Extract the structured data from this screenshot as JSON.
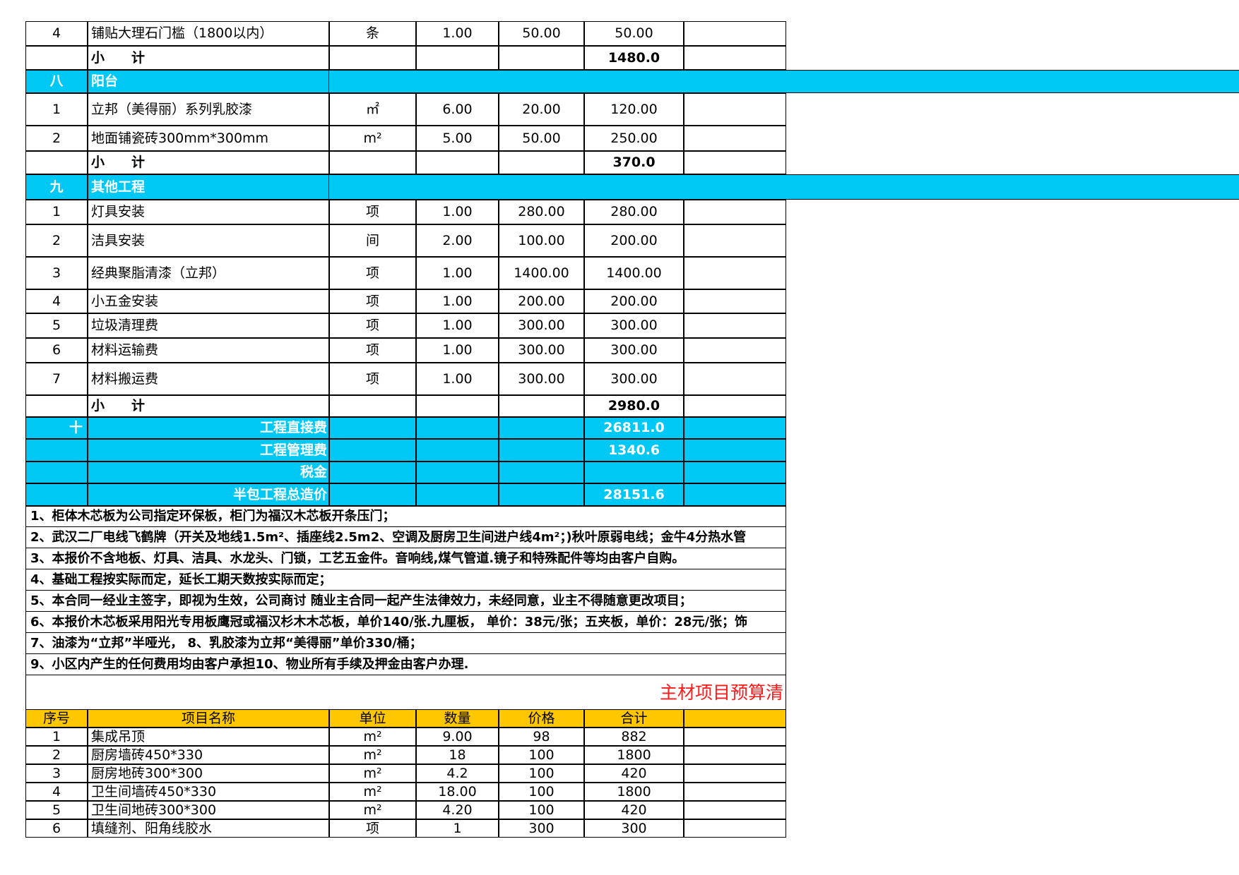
{
  "section_items": [
    {
      "no": "4",
      "name": "铺贴大理石门槛（1800以内）",
      "unit": "条",
      "qty": "1.00",
      "price": "50.00",
      "total": "50.00"
    }
  ],
  "subtotal_label": "小　　计",
  "subtotals": {
    "s7": "1480.0",
    "s8": "370.0",
    "s9": "2980.0"
  },
  "section_8": {
    "no": "八",
    "title": "阳台",
    "items": [
      {
        "no": "1",
        "name": "立邦（美得丽）系列乳胶漆",
        "unit": "㎡",
        "qty": "6.00",
        "price": "20.00",
        "total": "120.00"
      },
      {
        "no": "2",
        "name": "地面铺瓷砖300mm*300mm",
        "unit": "m²",
        "qty": "5.00",
        "price": "50.00",
        "total": "250.00"
      }
    ]
  },
  "section_9": {
    "no": "九",
    "title": "其他工程",
    "items": [
      {
        "no": "1",
        "name": "灯具安装",
        "unit": "项",
        "qty": "1.00",
        "price": "280.00",
        "total": "280.00"
      },
      {
        "no": "2",
        "name": "洁具安装",
        "unit": "间",
        "qty": "2.00",
        "price": "100.00",
        "total": "200.00"
      },
      {
        "no": "3",
        "name": "经典聚脂清漆（立邦）",
        "unit": "项",
        "qty": "1.00",
        "price": "1400.00",
        "total": "1400.00"
      },
      {
        "no": "4",
        "name": "小五金安装",
        "unit": "项",
        "qty": "1.00",
        "price": "200.00",
        "total": "200.00"
      },
      {
        "no": "5",
        "name": "垃圾清理费",
        "unit": "项",
        "qty": "1.00",
        "price": "300.00",
        "total": "300.00"
      },
      {
        "no": "6",
        "name": "材料运输费",
        "unit": "项",
        "qty": "1.00",
        "price": "300.00",
        "total": "300.00"
      },
      {
        "no": "7",
        "name": "材料搬运费",
        "unit": "项",
        "qty": "1.00",
        "price": "300.00",
        "total": "300.00"
      }
    ]
  },
  "summary": {
    "no": "十",
    "rows": [
      {
        "label": "工程直接费",
        "value": "26811.0"
      },
      {
        "label": "工程管理费",
        "value": "1340.6"
      },
      {
        "label": "税金",
        "value": ""
      },
      {
        "label": "半包工程总造价",
        "value": "28151.6"
      }
    ]
  },
  "notes": [
    "1、柜体木芯板为公司指定环保板，柜门为福汉木芯板开条压门；",
    "2、武汉二厂电线飞鹤牌（开关及地线1.5m²、插座线2.5m2、空调及厨房卫生间进户线4m²；)秋叶原弱电线；金牛4分热水管",
    "3、本报价不含地板、灯具、洁具、水龙头、门锁，工艺五金件。音响线,煤气管道.镜子和特殊配件等均由客户自购。",
    "4、基础工程按实际而定，延长工期天数按实际而定；",
    "5、本合同一经业主签字，即视为生效，公司商讨 随业主合同一起产生法律效力，未经同意，业主不得随意更改项目；",
    "6、本报价木芯板采用阳光专用板鹰冠或福汉杉木木芯板，单价140/张.九厘板， 单价：38元/张；五夹板，单价：28元/张；饰",
    "7、油漆为“立邦”半哑光， 8、乳胶漆为立邦“美得丽”单价330/桶；",
    "9、小区内产生的任何费用均由客户承担10、物业所有手续及押金由客户办理."
  ],
  "materials": {
    "title": "主材项目预算清",
    "headers": [
      "序号",
      "项目名称",
      "单位",
      "数量",
      "价格",
      "合计"
    ],
    "rows": [
      {
        "no": "1",
        "name": "集成吊顶",
        "unit": "m²",
        "qty": "9.00",
        "price": "98",
        "total": "882"
      },
      {
        "no": "2",
        "name": "厨房墙砖450*330",
        "unit": "m²",
        "qty": "18",
        "price": "100",
        "total": "1800"
      },
      {
        "no": "3",
        "name": "厨房地砖300*300",
        "unit": "m²",
        "qty": "4.2",
        "price": "100",
        "total": "420"
      },
      {
        "no": "4",
        "name": "卫生间墙砖450*330",
        "unit": "m²",
        "qty": "18.00",
        "price": "100",
        "total": "1800"
      },
      {
        "no": "5",
        "name": "卫生间地砖300*300",
        "unit": "m²",
        "qty": "4.20",
        "price": "100",
        "total": "420"
      },
      {
        "no": "6",
        "name": "填缝剂、阳角线胶水",
        "unit": "项",
        "qty": "1",
        "price": "300",
        "total": "300"
      }
    ]
  }
}
